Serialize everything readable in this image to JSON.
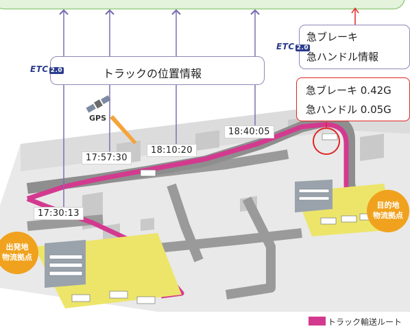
{
  "top_bar_color": "#e3f3dc",
  "etc_badge": {
    "brand": "ETC",
    "version": "2.0"
  },
  "position_info": {
    "label": "トラックの位置情報"
  },
  "sudden_info": {
    "line1": "急ブレーキ",
    "line2": "急ハンドル情報"
  },
  "sudden_values": {
    "line1": "急ブレーキ 0.42G",
    "line2": "急ハンドル 0.05G"
  },
  "gps_label": "GPS",
  "timestamps": [
    "17:30:13",
    "17:57:30",
    "18:10:20",
    "18:40:05"
  ],
  "origin": {
    "line1": "出発地",
    "line2": "物流拠点"
  },
  "destination": {
    "line1": "目的地",
    "line2": "物流拠点"
  },
  "legend": {
    "label": "トラック輸送ルート",
    "color": "#d33a8f"
  },
  "colors": {
    "route": "#d33a8f",
    "road": "#8e8e8e",
    "arrow_purple": "#7a6fb0",
    "arrow_red": "#e02424",
    "badge": "#f0a21e",
    "yard": "#ece56a"
  }
}
